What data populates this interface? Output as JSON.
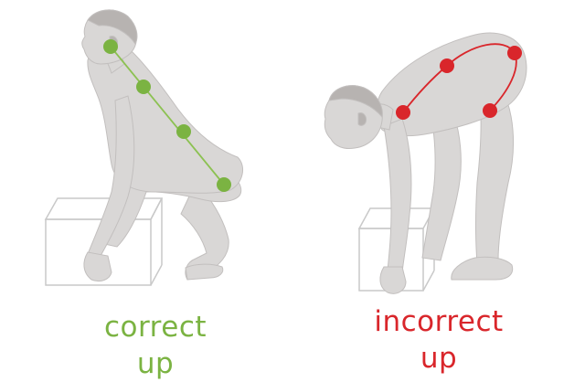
{
  "colors": {
    "figure_fill": "#d9d7d6",
    "figure_stroke": "#c2bfbe",
    "figure_detail": "#b7b3b1",
    "box_stroke": "#c9c9c9",
    "correct": "#7bb342",
    "correct_line": "#8cc152",
    "incorrect": "#d9262b",
    "incorrect_line": "#d9262b"
  },
  "captions": {
    "correct": {
      "line1": "correct",
      "line2": "up"
    },
    "incorrect": {
      "line1": "incorrect",
      "line2": "up"
    }
  }
}
